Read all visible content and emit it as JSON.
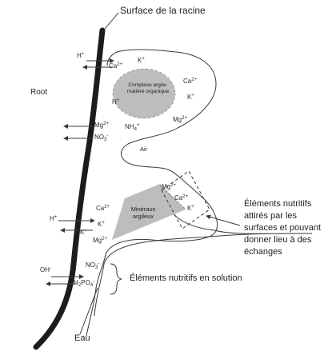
{
  "labels": {
    "root_surface": "Surface de la racine",
    "root": "Root",
    "clay_organic_complex": "Complexe argile-matière organique",
    "clay_minerals": "Minéraux argileux",
    "air": "Air",
    "surface_nutrients": "Éléments nutritifs attirés par les surfaces et pouvant donner lieu à des échanges",
    "solution_nutrients": "Éléments nutritifs en solution",
    "water": "Eau"
  },
  "ions": {
    "h_plus": {
      "base": "H",
      "sup": "+"
    },
    "ca_2plus": {
      "base": "Ca",
      "sup": "2+"
    },
    "k_plus": {
      "base": "K",
      "sup": "+"
    },
    "mg_2plus": {
      "base": "Mg",
      "sup": "2+"
    },
    "no3_minus": {
      "base": "NO",
      "sub": "3",
      "sup": "-"
    },
    "nh4_plus": {
      "base": "NH",
      "sub": "4",
      "sup": "+"
    },
    "oh_minus": {
      "base": "OH",
      "sup": "-"
    },
    "h2po4_minus": {
      "base": "H",
      "sub": "2",
      "base2": "PO",
      "sub2": "4",
      "sup": "-"
    }
  },
  "colors": {
    "root_line": "#1c1c1c",
    "particle_fill": "#bdbdbd",
    "line": "#3a3a3a",
    "charge_marks": "#4d8c8a"
  }
}
